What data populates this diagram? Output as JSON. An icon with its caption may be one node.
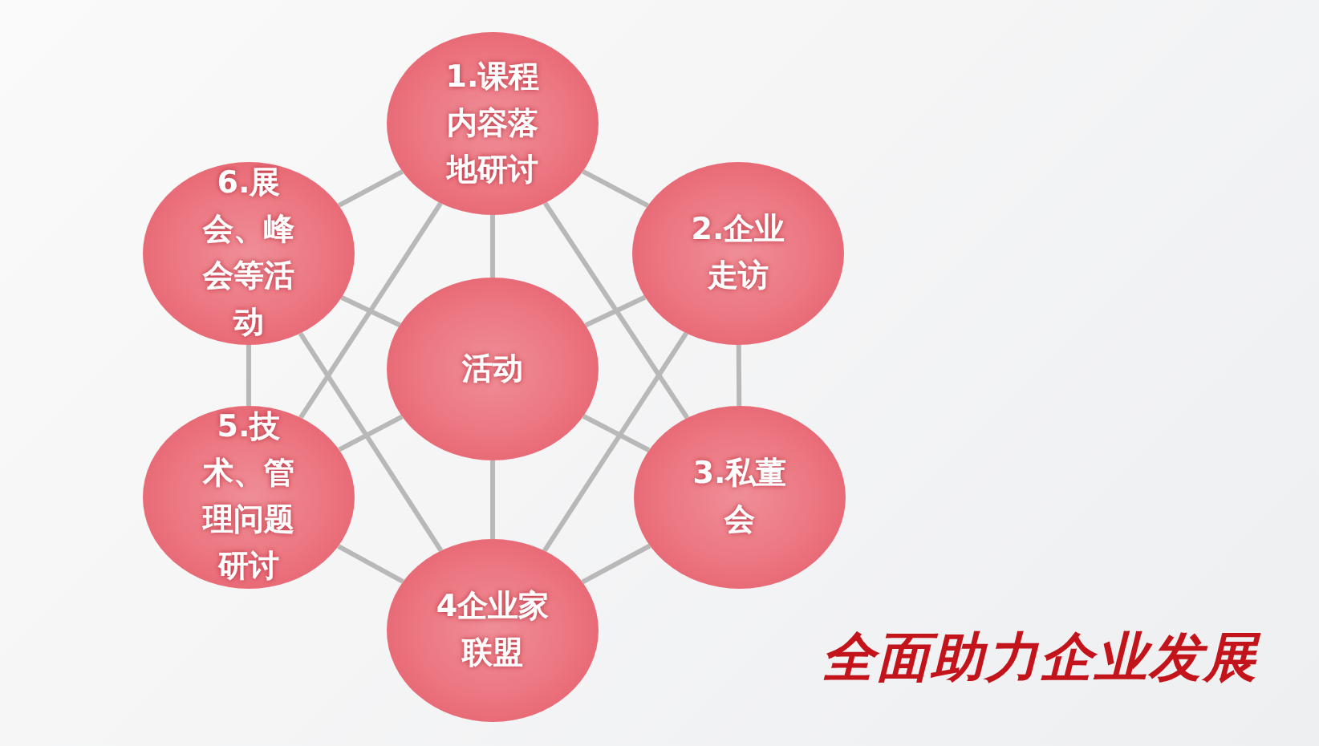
{
  "diagram": {
    "title": "全面助力企业发展",
    "nodes": [
      {
        "text": [
          "1.课程内容落地研讨"
        ]
      },
      {
        "text": [
          "2.企业走访"
        ]
      },
      {
        "text": [
          "3.私董会"
        ]
      },
      {
        "text": [
          "4企业家联盟"
        ]
      },
      {
        "text": [
          "5.技术、管理问题研讨"
        ]
      },
      {
        "text": [
          "6.展会、峰会等活动"
        ]
      },
      {
        "text": [
          "活动"
        ]
      }
    ],
    "edges": [
      {
        "from": 6,
        "to": 0,
        "arrow": "none"
      },
      {
        "from": 6,
        "to": 1,
        "arrow": "none"
      },
      {
        "from": 6,
        "to": 2,
        "arrow": "none"
      },
      {
        "from": 6,
        "to": 3,
        "arrow": "none"
      },
      {
        "from": 6,
        "to": 4,
        "arrow": "none"
      },
      {
        "from": 6,
        "to": 5,
        "arrow": "none"
      },
      {
        "from": 0,
        "to": 1,
        "arrow": "none"
      },
      {
        "from": 1,
        "to": 2,
        "arrow": "none"
      },
      {
        "from": 2,
        "to": 3,
        "arrow": "none"
      },
      {
        "from": 3,
        "to": 4,
        "arrow": "none"
      },
      {
        "from": 4,
        "to": 5,
        "arrow": "none"
      },
      {
        "from": 5,
        "to": 0,
        "arrow": "none"
      },
      {
        "from": 0,
        "to": 2,
        "arrow": "none"
      },
      {
        "from": 0,
        "to": 4,
        "arrow": "none"
      },
      {
        "from": 5,
        "to": 3,
        "arrow": "none"
      },
      {
        "from": 1,
        "to": 3,
        "arrow": "none"
      }
    ]
  }
}
